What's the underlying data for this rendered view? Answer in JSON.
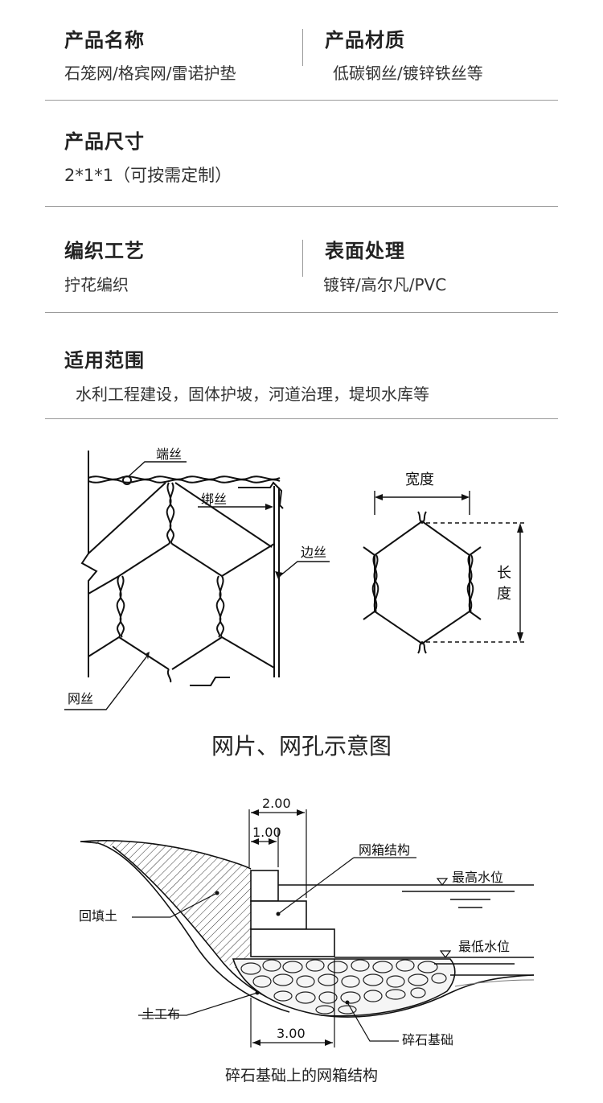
{
  "specs": {
    "name": {
      "title": "产品名称",
      "value": "石笼网/格宾网/雷诺护垫"
    },
    "material": {
      "title": "产品材质",
      "value": "低碳钢丝/镀锌铁丝等"
    },
    "size": {
      "title": "产品尺寸",
      "value": "2*1*1（可按需定制）"
    },
    "weave": {
      "title": "编织工艺",
      "value": "拧花编织"
    },
    "surface": {
      "title": "表面处理",
      "value": "镀锌/高尔凡/PVC"
    },
    "usage": {
      "title": "适用范围",
      "value": "水利工程建设，固体护坡，河道治理，堤坝水库等"
    }
  },
  "mesh_diagram": {
    "labels": {
      "end_wire": "端丝",
      "binding_wire": "绑丝",
      "edge_wire": "边丝",
      "mesh_wire": "网丝"
    },
    "hole": {
      "width": "宽度",
      "length_1": "长",
      "length_2": "度"
    },
    "caption": "网片、网孔示意图"
  },
  "structure_diagram": {
    "dims": {
      "top_outer": "2.00",
      "top_inner": "1.00",
      "bottom": "3.00"
    },
    "labels": {
      "gabion": "网箱结构",
      "highest_water": "最高水位",
      "lowest_water": "最低水位",
      "backfill": "回填土",
      "geotextile": "土工布",
      "gravel_base": "碎石基础"
    },
    "caption": "碎石基础上的网箱结构"
  }
}
